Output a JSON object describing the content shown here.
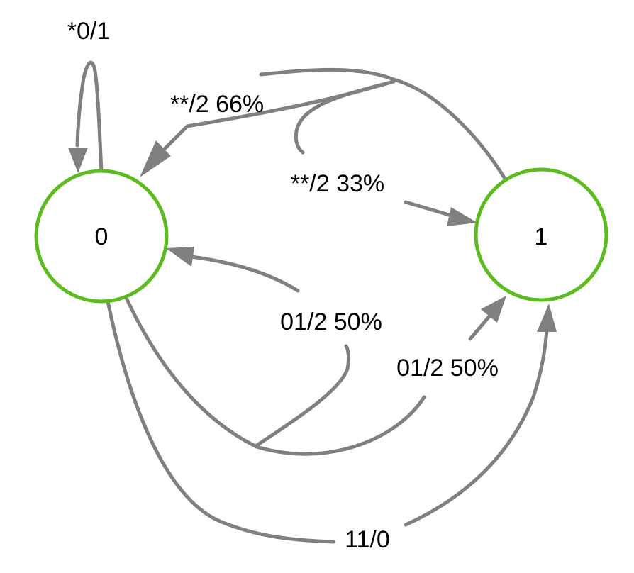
{
  "states": [
    {
      "id": "s0",
      "label": "0"
    },
    {
      "id": "s1",
      "label": "1"
    }
  ],
  "transitions": [
    {
      "id": "self-loop-0",
      "from": "0",
      "to": "0",
      "label": "*0/1"
    },
    {
      "id": "t-1-to-0",
      "from": "1",
      "to": "0",
      "label": "**/2 66%"
    },
    {
      "id": "t-1-to-1",
      "from": "1",
      "to": "1",
      "label": "**/2 33%"
    },
    {
      "id": "t-0-to-0-split",
      "from": "0",
      "to": "0",
      "label": "01/2 50%"
    },
    {
      "id": "t-0-to-1-split",
      "from": "0",
      "to": "1",
      "label": "01/2 50%"
    },
    {
      "id": "t-0-to-1-direct",
      "from": "0",
      "to": "1",
      "label": "11/0"
    }
  ],
  "colors": {
    "state_border": "#5cbb1f",
    "edge": "#808080",
    "text": "#000000",
    "background": "#ffffff"
  }
}
